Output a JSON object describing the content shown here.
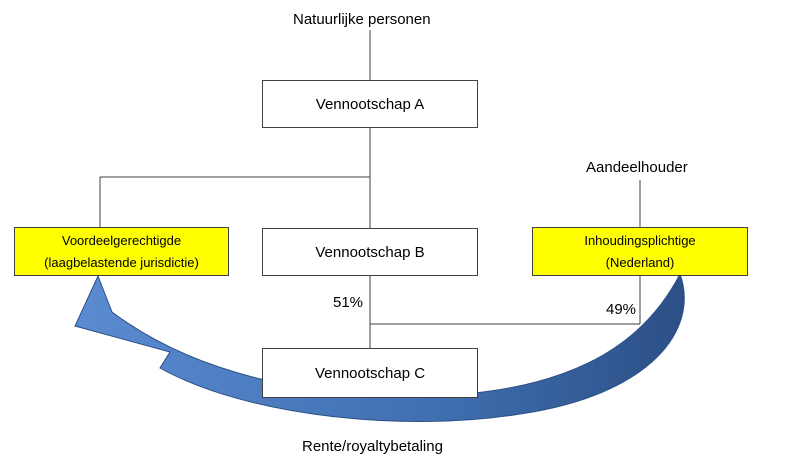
{
  "colors": {
    "line": "#404040",
    "highlight_box": "#ffff00",
    "arrow_fill": "#4a78b8",
    "arrow_dark": "#2c4f86"
  },
  "nodes": {
    "top_label": "Natuurlijke personen",
    "vennootschap_a": "Vennootschap A",
    "vennootschap_b": "Vennootschap B",
    "vennootschap_c": "Vennootschap C",
    "beneficiary_line1": "Voordeelgerechtigde",
    "beneficiary_line2": "(laagbelastende jurisdictie)",
    "withholding_line1": "Inhoudingsplichtige",
    "withholding_line2": "(Nederland)",
    "shareholder_label": "Aandeelhouder"
  },
  "edges": {
    "share_b": "51%",
    "share_withholding": "49%"
  },
  "arrow": {
    "label": "Rente/royaltybetaling",
    "icon": "curved-arrow-icon"
  }
}
